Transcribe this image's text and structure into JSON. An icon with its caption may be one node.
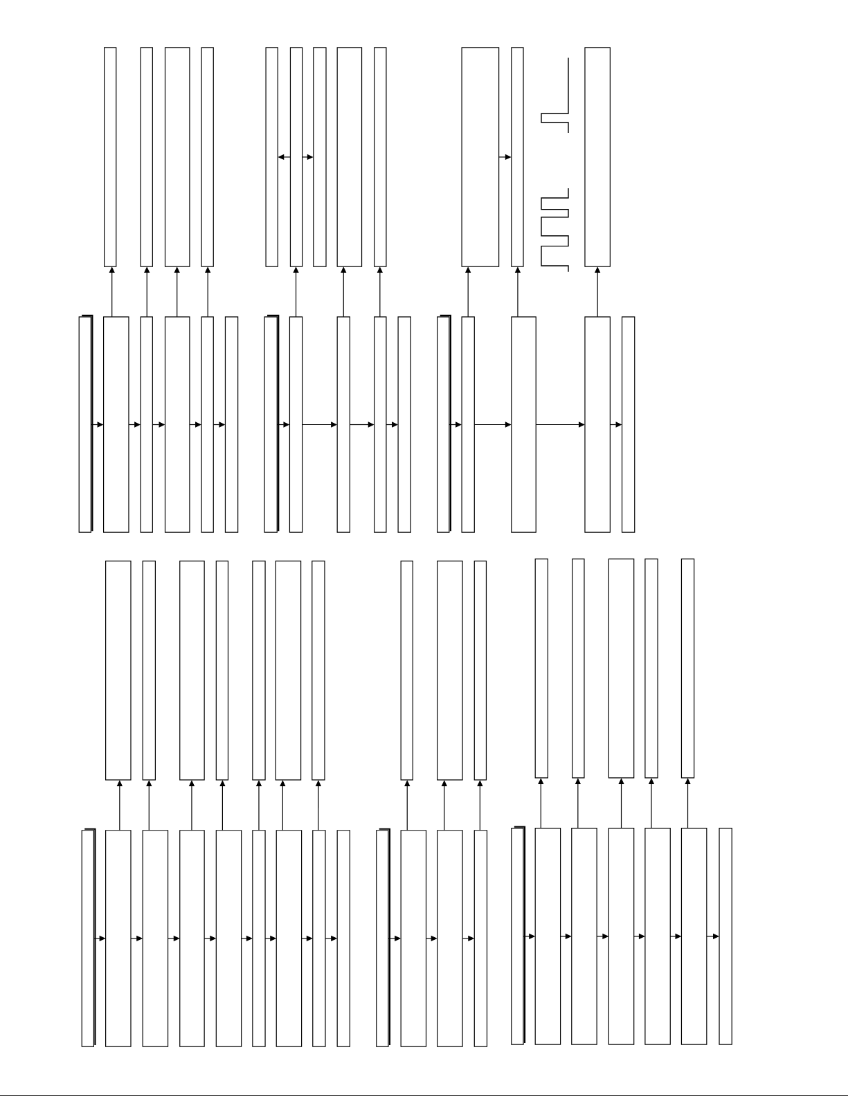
{
  "diagram": {
    "nodes": [
      {
        "text": [],
        "shape": "box"
      },
      {
        "text": [],
        "shape": "box"
      },
      {
        "text": [],
        "shape": "box"
      },
      {
        "text": [],
        "shape": "box"
      },
      {
        "text": [],
        "shape": "box"
      },
      {
        "text": [],
        "shape": "box"
      },
      {
        "text": [],
        "shape": "box"
      },
      {
        "text": [],
        "shape": "box"
      },
      {
        "text": [],
        "shape": "box"
      },
      {
        "text": [],
        "shape": "box"
      },
      {
        "text": [],
        "shape": "box"
      },
      {
        "text": [],
        "shape": "box"
      },
      {
        "text": [],
        "shape": "box"
      },
      {
        "text": [],
        "shape": "box"
      },
      {
        "text": [],
        "shape": "box"
      },
      {
        "text": [],
        "shape": "box"
      },
      {
        "text": [],
        "shape": "box"
      },
      {
        "text": [],
        "shape": "box"
      },
      {
        "text": [],
        "shape": "box"
      },
      {
        "text": [],
        "shape": "box"
      },
      {
        "text": [],
        "shape": "box"
      },
      {
        "text": [],
        "shape": "box"
      },
      {
        "text": [],
        "shape": "box"
      },
      {
        "text": [],
        "shape": "box"
      },
      {
        "text": [],
        "shape": "box"
      },
      {
        "text": [],
        "shape": "box"
      },
      {
        "text": [],
        "shape": "box"
      },
      {
        "text": [],
        "shape": "box"
      },
      {
        "text": [],
        "shape": "box"
      },
      {
        "text": [],
        "shape": "box"
      },
      {
        "text": [],
        "shape": "box"
      },
      {
        "text": [],
        "shape": "box"
      },
      {
        "text": [],
        "shape": "box"
      },
      {
        "text": [],
        "shape": "box"
      },
      {
        "text": [],
        "shape": "box"
      },
      {
        "text": [],
        "shape": "box"
      },
      {
        "text": [],
        "shape": "box"
      },
      {
        "text": [],
        "shape": "box"
      },
      {
        "text": [],
        "shape": "box"
      },
      {
        "text": [],
        "shape": "box"
      },
      {
        "text": [],
        "shape": "box"
      },
      {
        "text": [],
        "shape": "box"
      },
      {
        "text": [],
        "shape": "box"
      },
      {
        "text": [],
        "shape": "box"
      },
      {
        "text": [],
        "shape": "box"
      },
      {
        "text": [],
        "shape": "box"
      },
      {
        "text": [],
        "shape": "box"
      },
      {
        "text": [],
        "shape": "box"
      },
      {
        "text": [],
        "shape": "box"
      },
      {
        "text": [],
        "shape": "box"
      },
      {
        "text": [],
        "shape": "box"
      },
      {
        "text": [],
        "shape": "box"
      },
      {
        "text": [],
        "shape": "box"
      },
      {
        "text": [],
        "shape": "box"
      },
      {
        "text": [],
        "shape": "box"
      },
      {
        "text": [],
        "shape": "box"
      },
      {
        "text": [],
        "shape": "box"
      },
      {
        "text": [],
        "shape": "box"
      },
      {
        "text": [],
        "shape": "box"
      },
      {
        "text": [],
        "shape": "box"
      },
      {
        "text": [],
        "shape": "box"
      },
      {
        "text": [],
        "shape": "box"
      },
      {
        "text": [],
        "shape": "box"
      }
    ],
    "edges": [
      {
        "from": 4,
        "to": 5,
        "arrow": "to"
      },
      {
        "from": 5,
        "to": 6,
        "arrow": "to"
      },
      {
        "from": 6,
        "to": 7,
        "arrow": "to"
      },
      {
        "from": 7,
        "to": 8,
        "arrow": "to"
      },
      {
        "from": 8,
        "to": 9,
        "arrow": "to"
      },
      {
        "from": 5,
        "to": 0,
        "arrow": "to"
      },
      {
        "from": 6,
        "to": 1,
        "arrow": "to"
      },
      {
        "from": 7,
        "to": 2,
        "arrow": "to"
      },
      {
        "from": 8,
        "to": 3,
        "arrow": "to"
      },
      {
        "from": 15,
        "to": 16,
        "arrow": "to"
      },
      {
        "from": 16,
        "to": 17,
        "arrow": "to"
      },
      {
        "from": 17,
        "to": 18,
        "arrow": "to"
      },
      {
        "from": 18,
        "to": 19,
        "arrow": "to"
      },
      {
        "from": 16,
        "to": 11,
        "arrow": "to"
      },
      {
        "from": 17,
        "to": 13,
        "arrow": "to"
      },
      {
        "from": 18,
        "to": 14,
        "arrow": "to"
      },
      {
        "from": 11,
        "to": 10,
        "arrow": "to"
      },
      {
        "from": 11,
        "to": 12,
        "arrow": "to"
      },
      {
        "from": 23,
        "to": 24,
        "arrow": "to"
      },
      {
        "from": 24,
        "to": 25,
        "arrow": "to"
      },
      {
        "from": 25,
        "to": 26,
        "arrow": "to"
      },
      {
        "from": 26,
        "to": 27,
        "arrow": "to"
      },
      {
        "from": 24,
        "to": 20,
        "arrow": "to"
      },
      {
        "from": 25,
        "to": 21,
        "arrow": "to"
      },
      {
        "from": 26,
        "to": 22,
        "arrow": "to"
      },
      {
        "from": 20,
        "to": 21,
        "arrow": "to"
      },
      {
        "from": 35,
        "to": 36,
        "arrow": "to"
      },
      {
        "from": 36,
        "to": 37,
        "arrow": "to"
      },
      {
        "from": 37,
        "to": 38,
        "arrow": "to"
      },
      {
        "from": 38,
        "to": 39,
        "arrow": "to"
      },
      {
        "from": 39,
        "to": 40,
        "arrow": "to"
      },
      {
        "from": 40,
        "to": 41,
        "arrow": "to"
      },
      {
        "from": 41,
        "to": 42,
        "arrow": "to"
      },
      {
        "from": 42,
        "to": 43,
        "arrow": "to"
      },
      {
        "from": 36,
        "to": 28,
        "arrow": "to"
      },
      {
        "from": 37,
        "to": 29,
        "arrow": "to"
      },
      {
        "from": 38,
        "to": 30,
        "arrow": "to"
      },
      {
        "from": 39,
        "to": 31,
        "arrow": "to"
      },
      {
        "from": 40,
        "to": 32,
        "arrow": "to"
      },
      {
        "from": 41,
        "to": 33,
        "arrow": "to"
      },
      {
        "from": 42,
        "to": 34,
        "arrow": "to"
      },
      {
        "from": 47,
        "to": 48,
        "arrow": "to"
      },
      {
        "from": 48,
        "to": 49,
        "arrow": "to"
      },
      {
        "from": 49,
        "to": 50,
        "arrow": "to"
      },
      {
        "from": 48,
        "to": 44,
        "arrow": "to"
      },
      {
        "from": 49,
        "to": 45,
        "arrow": "to"
      },
      {
        "from": 50,
        "to": 46,
        "arrow": "to"
      },
      {
        "from": 56,
        "to": 57,
        "arrow": "to"
      },
      {
        "from": 57,
        "to": 58,
        "arrow": "to"
      },
      {
        "from": 58,
        "to": 59,
        "arrow": "to"
      },
      {
        "from": 59,
        "to": 60,
        "arrow": "to"
      },
      {
        "from": 60,
        "to": 61,
        "arrow": "to"
      },
      {
        "from": 61,
        "to": 62,
        "arrow": "to"
      },
      {
        "from": 57,
        "to": 51,
        "arrow": "to"
      },
      {
        "from": 58,
        "to": 52,
        "arrow": "to"
      },
      {
        "from": 59,
        "to": 53,
        "arrow": "to"
      },
      {
        "from": 60,
        "to": 54,
        "arrow": "to"
      },
      {
        "from": 61,
        "to": 55,
        "arrow": "to"
      }
    ]
  }
}
